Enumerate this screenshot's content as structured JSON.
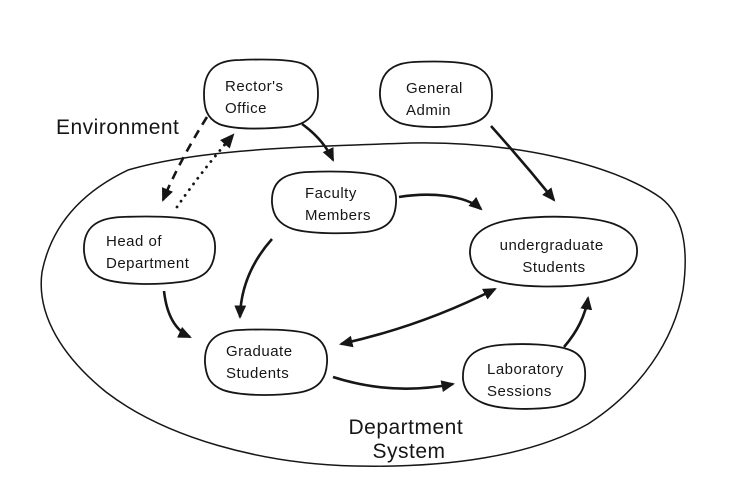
{
  "diagram": {
    "environment_label": "Environment",
    "system_label": {
      "line1": "Department",
      "line2": "System"
    },
    "nodes": {
      "rectors_office": {
        "line1": "Rector's",
        "line2": "Office"
      },
      "general_admin": {
        "line1": "General",
        "line2": "Admin"
      },
      "faculty_members": {
        "line1": "Faculty",
        "line2": "Members"
      },
      "head_of_department": {
        "line1": "Head of",
        "line2": "Department"
      },
      "undergraduate_students": {
        "line1": "undergraduate",
        "line2": "Students"
      },
      "graduate_students": {
        "line1": "Graduate",
        "line2": "Students"
      },
      "laboratory_sessions": {
        "line1": "Laboratory",
        "line2": "Sessions"
      }
    },
    "edges": [
      {
        "from": "Rector's Office",
        "to": "Head of Department",
        "style": "dashed",
        "arrow": "end"
      },
      {
        "from": "Head of Department",
        "to": "Rector's Office",
        "style": "dotted",
        "arrow": "end"
      },
      {
        "from": "Rector's Office",
        "to": "Faculty Members",
        "style": "solid",
        "arrow": "end"
      },
      {
        "from": "General Admin",
        "to": "undergraduate Students",
        "style": "solid",
        "arrow": "end"
      },
      {
        "from": "Faculty Members",
        "to": "undergraduate Students",
        "style": "solid",
        "arrow": "end"
      },
      {
        "from": "Faculty Members",
        "to": "Graduate Students",
        "style": "solid",
        "arrow": "end"
      },
      {
        "from": "Head of Department",
        "to": "Graduate Students",
        "style": "solid",
        "arrow": "end"
      },
      {
        "from": "Graduate Students",
        "to": "undergraduate Students",
        "style": "solid",
        "arrow": "both"
      },
      {
        "from": "Graduate Students",
        "to": "Laboratory Sessions",
        "style": "solid",
        "arrow": "end"
      },
      {
        "from": "Laboratory Sessions",
        "to": "undergraduate Students",
        "style": "solid",
        "arrow": "end"
      }
    ],
    "colors": {
      "ink": "#161616",
      "background": "#ffffff"
    }
  }
}
